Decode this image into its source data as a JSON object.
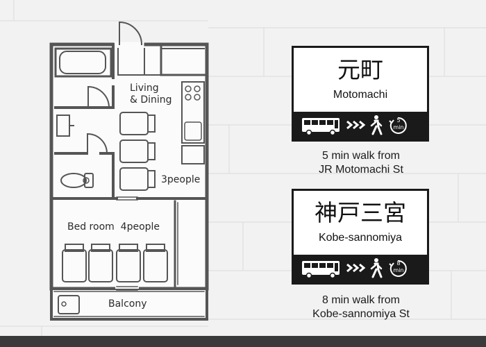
{
  "floor_plan": {
    "rooms": {
      "living_dining": "Living\n& Dining",
      "living_capacity": "3people",
      "bedroom": "Bed room  4people",
      "balcony": "Balcony"
    }
  },
  "stations": [
    {
      "name_kanji": "元町",
      "name_romaji": "Motomachi",
      "walk_minutes": "5",
      "min_unit": "min",
      "walk_text_line1": "5 min walk from",
      "walk_text_line2": "JR Motomachi St",
      "icons": [
        "bus-icon",
        "triple-chevron-icon",
        "walking-person-icon",
        "clock-minutes-icon"
      ]
    },
    {
      "name_kanji": "神戸三宮",
      "name_romaji": "Kobe-sannomiya",
      "walk_minutes": "8",
      "min_unit": "min",
      "walk_text_line1": "8 min walk from",
      "walk_text_line2": "Kobe-sannomiya St",
      "icons": [
        "bus-icon",
        "triple-chevron-icon",
        "walking-person-icon",
        "clock-minutes-icon"
      ]
    }
  ],
  "colors": {
    "wall": "#555555",
    "sign_border": "#1a1a1a",
    "background": "#f3f3f3"
  }
}
